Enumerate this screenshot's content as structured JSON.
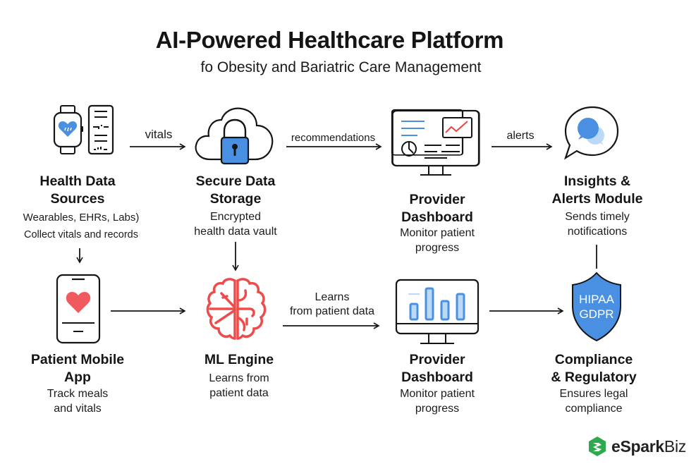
{
  "header": {
    "title": "AI-Powered Healthcare Platform",
    "subtitle": "fo Obesity and Bariatric Care Management"
  },
  "colors": {
    "accent_blue": "#4a90e2",
    "accent_red": "#ee4b4b",
    "light_blue": "#bcd9f7",
    "logo_green": "#2fa84f",
    "ink": "#151515"
  },
  "nodes": [
    {
      "id": "health-data-sources",
      "icon": "smartwatch-and-records-icon",
      "title_line1": "Health Data",
      "title_line2": "Sources",
      "desc_line1": "Wearables, EHRs, Labs)",
      "desc_line2": "Collect vitals and records"
    },
    {
      "id": "secure-data-storage",
      "icon": "cloud-lock-icon",
      "title_line1": "Secure Data",
      "title_line2": "Storage",
      "desc_line1": "Encrypted",
      "desc_line2": "health data vault"
    },
    {
      "id": "provider-dashboard-top",
      "icon": "monitor-dashboard-icon",
      "title_line1": "Provider",
      "title_line2": "Dashboard",
      "desc_line1": "Monitor patient",
      "desc_line2": "progress"
    },
    {
      "id": "insights-alerts-module",
      "icon": "chat-bubble-icon",
      "title_line1": "Insights &",
      "title_line2": "Alerts Module",
      "desc_line1": "Sends timely",
      "desc_line2": "notifications"
    },
    {
      "id": "patient-mobile-app",
      "icon": "phone-heart-icon",
      "title_line1": "Patient Mobile",
      "title_line2": "App",
      "desc_line1": "Track meals",
      "desc_line2": "and vitals"
    },
    {
      "id": "ml-engine",
      "icon": "brain-icon",
      "title_line1": "ML Engine",
      "title_line2": "",
      "desc_line1": "Learns from",
      "desc_line2": "patient data"
    },
    {
      "id": "provider-dashboard-bottom",
      "icon": "monitor-bar-chart-icon",
      "title_line1": "Provider",
      "title_line2": "Dashboard",
      "desc_line1": "Monitor patient",
      "desc_line2": "progress"
    },
    {
      "id": "compliance-regulatory",
      "icon": "shield-icon",
      "title_line1": "Compliance",
      "title_line2": "& Regulatory",
      "desc_line1": "Ensures legal",
      "desc_line2": "compliance",
      "badge_line1": "HIPAA",
      "badge_line2": "GDPR"
    }
  ],
  "edges": [
    {
      "from": "health-data-sources",
      "to": "secure-data-storage",
      "label": "vitals"
    },
    {
      "from": "secure-data-storage",
      "to": "provider-dashboard-top",
      "label": "recommendations"
    },
    {
      "from": "provider-dashboard-top",
      "to": "insights-alerts-module",
      "label": "alerts"
    },
    {
      "from": "health-data-sources",
      "to": "patient-mobile-app",
      "label": ""
    },
    {
      "from": "secure-data-storage",
      "to": "ml-engine",
      "label": ""
    },
    {
      "from": "insights-alerts-module",
      "to": "compliance-regulatory",
      "label": ""
    },
    {
      "from": "patient-mobile-app",
      "to": "ml-engine",
      "label": ""
    },
    {
      "from": "ml-engine",
      "to": "provider-dashboard-bottom",
      "label_line1": "Learns",
      "label_line2": "from patient data"
    },
    {
      "from": "provider-dashboard-bottom",
      "to": "compliance-regulatory",
      "label": ""
    }
  ],
  "brand": {
    "name_bold": "eSpark",
    "name_regular": "Biz"
  }
}
